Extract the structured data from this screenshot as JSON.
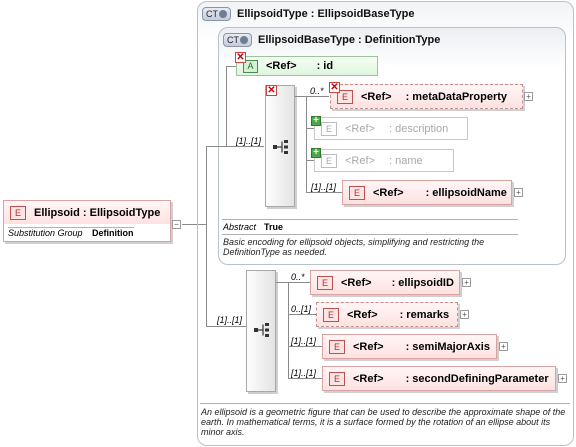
{
  "root": {
    "tag": "E",
    "name": "Ellipsoid : EllipsoidType",
    "substitution_label": "Substitution Group",
    "substitution_value": "Definition"
  },
  "outer_type": {
    "badge": "CT",
    "title": "EllipsoidType : EllipsoidBaseType"
  },
  "inner_type": {
    "badge": "CT",
    "title": "EllipsoidBaseType : DefinitionType",
    "abstract_label": "Abstract",
    "abstract_value": "True",
    "documentation": "Basic encoding for ellipsoid objects, simplifying and restricting the DefinitionType as needed."
  },
  "attribute": {
    "tag": "A",
    "ref": "<Ref>",
    "name": ": id"
  },
  "inner_elements": [
    {
      "card": "0..*",
      "tag": "E",
      "ref": "<Ref>",
      "name": ": metaDataProperty"
    },
    {
      "card": "",
      "tag": "E",
      "ref": "<Ref>",
      "name": ": description"
    },
    {
      "card": "",
      "tag": "E",
      "ref": "<Ref>",
      "name": ": name"
    },
    {
      "card": "[1]..[1]",
      "tag": "E",
      "ref": "<Ref>",
      "name": ": ellipsoidName"
    }
  ],
  "inner_sequence_card": "[1]..[1]",
  "outer_sequence_card": "[1]..[1]",
  "outer_elements": [
    {
      "card": "0..*",
      "tag": "E",
      "ref": "<Ref>",
      "name": ": ellipsoidID"
    },
    {
      "card": "0..[1]",
      "tag": "E",
      "ref": "<Ref>",
      "name": ": remarks"
    },
    {
      "card": "[1]..[1]",
      "tag": "E",
      "ref": "<Ref>",
      "name": ": semiMajorAxis"
    },
    {
      "card": "[1]..[1]",
      "tag": "E",
      "ref": "<Ref>",
      "name": ": secondDefiningParameter"
    }
  ],
  "outer_documentation": "An ellipsoid is a geometric figure that can be used to describe the approximate shape of the earth. In mathematical terms, it is a surface formed by the rotation of an ellipse about its minor axis.",
  "icons": {
    "expand": "plus-expander-icon",
    "sequence": "sequence-compositor-icon",
    "prohibited": "red-x-icon",
    "optional_add": "green-plus-icon"
  },
  "colors": {
    "element_fill": "#ffe1e1",
    "element_border": "#d9a3a3",
    "attribute_fill": "#dff5df",
    "type_border": "#b9c1cb"
  }
}
